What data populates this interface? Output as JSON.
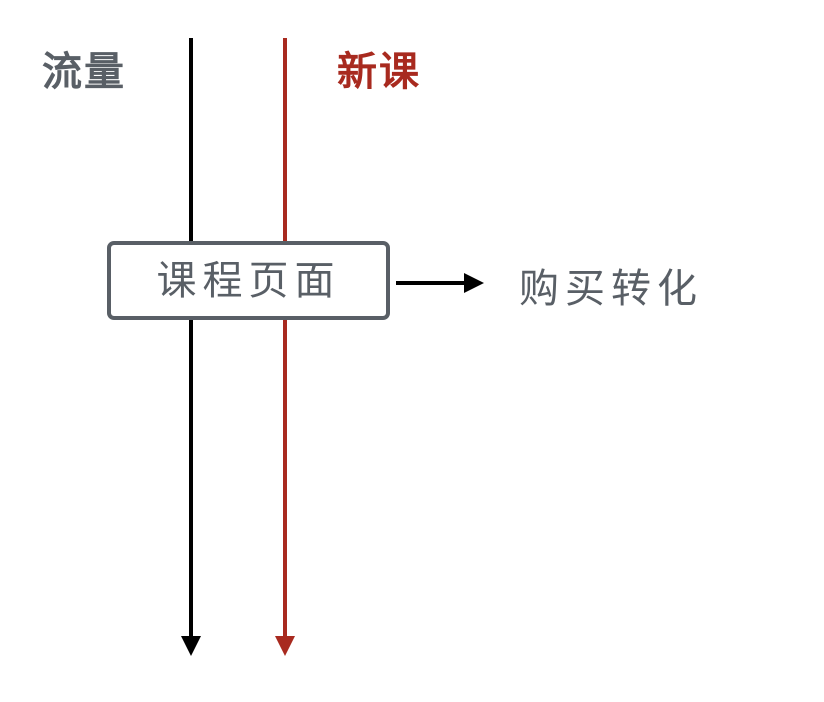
{
  "colors": {
    "traffic_line": "#000000",
    "newcourse_line": "#a82a1f",
    "text_gray": "#595f66",
    "text_red": "#a82a1f",
    "box_border": "#595f66",
    "arrow": "#000000"
  },
  "labels": {
    "traffic": "流量",
    "new_course": "新课",
    "course_page": "课程页面",
    "purchase_conversion": "购买转化"
  }
}
